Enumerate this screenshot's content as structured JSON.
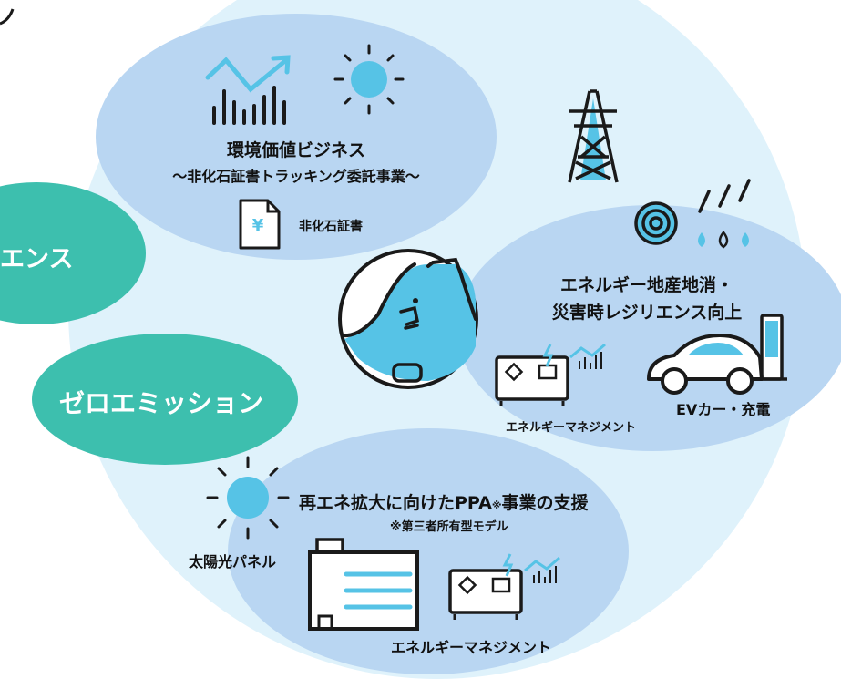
{
  "pills": {
    "resilience_partial": "エンス",
    "zero_emission": "ゼロエミッション"
  },
  "env_value": {
    "title": "環境価値ビジネス",
    "subtitle": "～非化石証書トラッキング委託事業～",
    "certificate_label": "非化石証書",
    "certificate_icon_char": "¥"
  },
  "local_energy": {
    "title_line1": "エネルギー地産地消・",
    "title_line2": "災害時レジリエンス向上",
    "ev_label": "EVカー・充電",
    "energy_mgmt_label": "エネルギーマネジメント"
  },
  "ppa": {
    "title": "再エネ拡大に向けたPPA",
    "title_mark": "※",
    "title_suffix": "事業の支援",
    "note": "※第三者所有型モデル",
    "solar_label": "太陽光パネル",
    "energy_mgmt_label": "エネルギーマネジメント"
  },
  "colors": {
    "outer_circle": "#dff2fb",
    "sub_ellipse": "#b9d6f2",
    "teal_pill": "#3dbfae",
    "icon_blue": "#56c3e6",
    "line": "#1a1a1a"
  },
  "icons": [
    "chart-up-icon",
    "sun-icon",
    "transmission-tower-icon",
    "wind-rain-icon",
    "document-yen-icon",
    "hydro-dam-icon",
    "battery-unit-icon",
    "ev-car-charger-icon",
    "factory-solar-icon"
  ]
}
